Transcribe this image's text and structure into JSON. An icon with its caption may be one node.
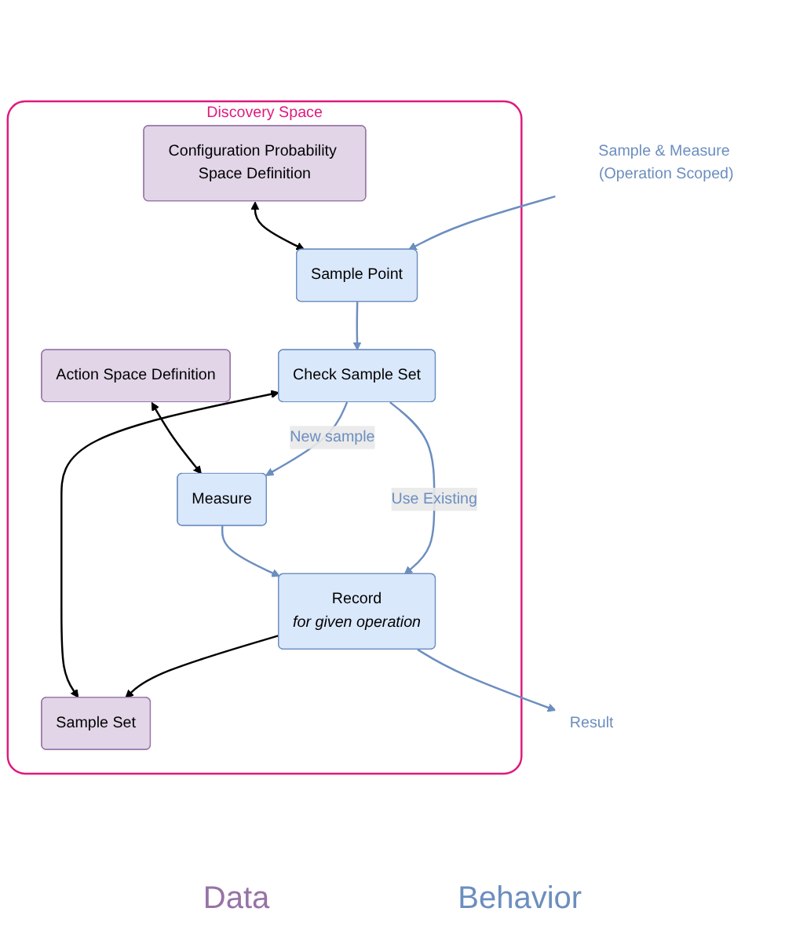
{
  "diagram": {
    "nodes": [
      {
        "text": [
          "Sample & Measure (Operation Scoped)"
        ]
      },
      {
        "text": [
          "Result"
        ]
      },
      {
        "text": [
          "Discovery Space"
        ]
      },
      {
        "text": [
          "Configuration Probability Space Definition"
        ],
        "in": 2
      },
      {
        "text": [
          "Sample Point"
        ],
        "in": 2
      },
      {
        "text": [
          "Sample Set"
        ],
        "in": 2
      },
      {
        "text": [
          "Check Sample Set"
        ],
        "in": 2
      },
      {
        "text": [
          "Action Space Definition"
        ],
        "in": 2
      },
      {
        "text": [
          "Measure"
        ],
        "in": 2
      },
      {
        "text": [
          "Record",
          "for given operation"
        ],
        "in": 2
      }
    ],
    "edges": [
      {
        "from": 0,
        "to": 4,
        "arrow": "to"
      },
      {
        "from": 3,
        "to": 4,
        "arrow": "both",
        "color": "#000000"
      },
      {
        "from": 4,
        "to": 6,
        "arrow": "to"
      },
      {
        "from": 5,
        "to": 6,
        "arrow": "both",
        "color": "#000000"
      },
      {
        "from": 6,
        "to": 8,
        "arrow": "to",
        "label": "New sample"
      },
      {
        "from": 6,
        "to": 9,
        "arrow": "to",
        "label": "Use Existing"
      },
      {
        "from": 7,
        "to": 8,
        "arrow": "both",
        "color": "#000000"
      },
      {
        "from": 8,
        "to": 9,
        "arrow": "to"
      },
      {
        "from": 9,
        "to": 5,
        "arrow": "to",
        "color": "#000000"
      },
      {
        "from": 9,
        "to": 1,
        "arrow": "to"
      }
    ],
    "labels": [
      "Data",
      "Behavior"
    ]
  }
}
